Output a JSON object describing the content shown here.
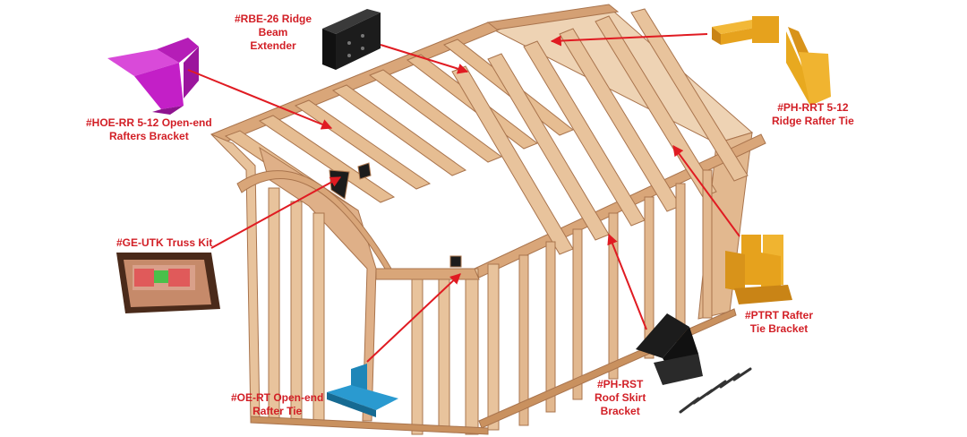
{
  "callouts": [
    {
      "id": "rbe26",
      "lines": [
        "#RBE-26 Ridge",
        "Beam",
        "Extender"
      ]
    },
    {
      "id": "hoerr",
      "lines": [
        "#HOE-RR 5-12 Open-end",
        "Rafters Bracket"
      ]
    },
    {
      "id": "phrrt",
      "lines": [
        "#PH-RRT 5-12",
        "Ridge Rafter Tie"
      ]
    },
    {
      "id": "geutk",
      "lines": [
        "#GE-UTK Truss Kit"
      ]
    },
    {
      "id": "ptrt",
      "lines": [
        "#PTRT Rafter",
        "Tie Bracket"
      ]
    },
    {
      "id": "phrst",
      "lines": [
        "#PH-RST",
        "Roof Skirt",
        "Bracket"
      ]
    },
    {
      "id": "oert",
      "lines": [
        "#OE-RT Open-end",
        "Rafter Tie"
      ]
    }
  ],
  "colors": {
    "callout_text": "#d21f26",
    "arrow": "#e01b22",
    "wood_light": "#e8c39c",
    "wood_mid": "#d7a57a",
    "wood_dark": "#b98259",
    "bracket_black": "#1c1c1c",
    "bracket_magenta": "#c31fc7",
    "bracket_gold": "#e6a21d",
    "bracket_blue": "#1e86b8"
  },
  "icons": [
    "ridge-beam-extender-icon",
    "open-end-rafters-bracket-icon",
    "ridge-rafter-tie-icon",
    "truss-kit-box-icon",
    "rafter-tie-bracket-icon",
    "roof-skirt-bracket-icon",
    "open-end-rafter-tie-icon",
    "screws-icon"
  ]
}
